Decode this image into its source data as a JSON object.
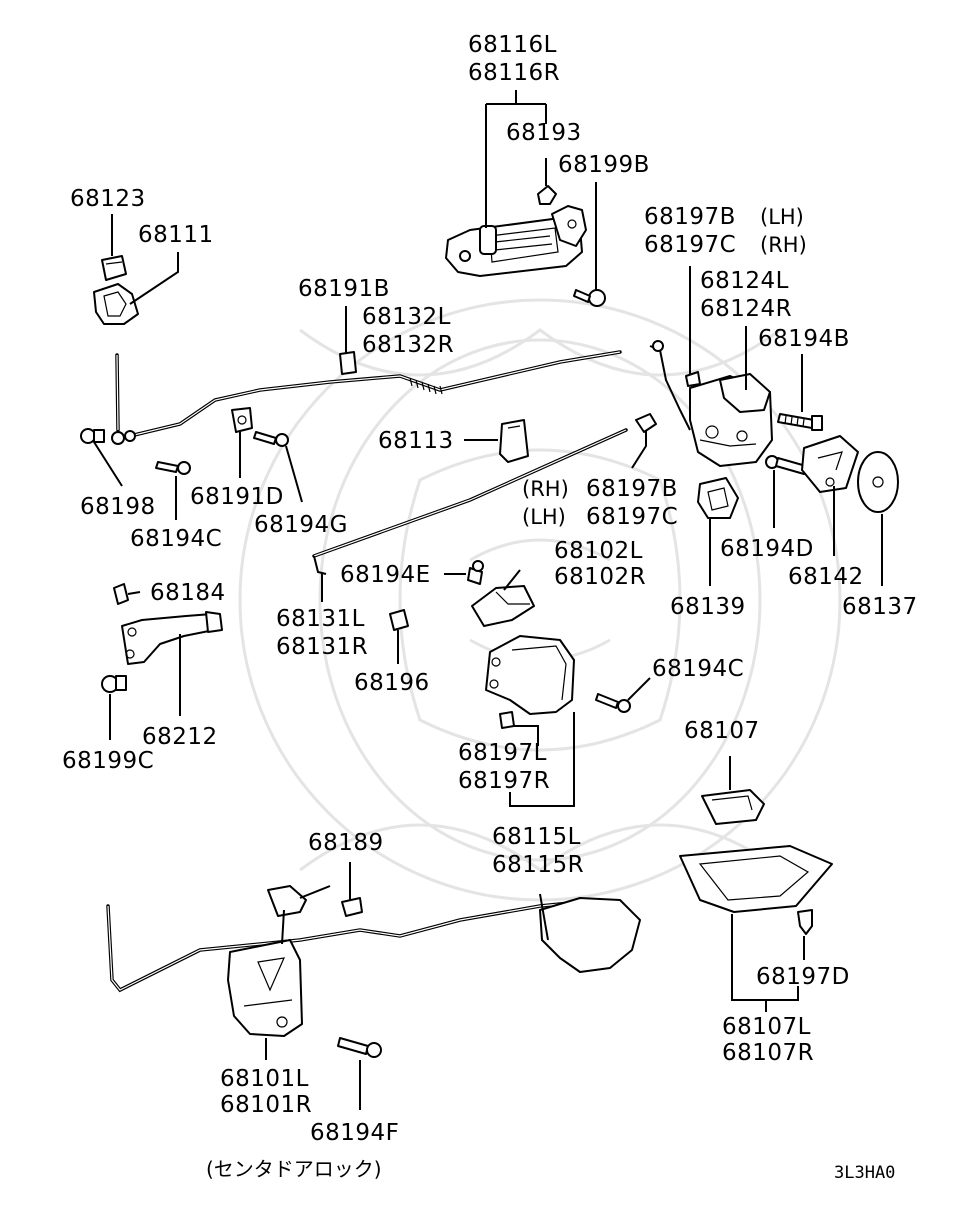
{
  "labels": {
    "p68116": [
      "68116L",
      "68116R"
    ],
    "p68193": "68193",
    "p68199B": "68199B",
    "p68123": "68123",
    "p68111": "68111",
    "p68191B": "68191B",
    "p68132": [
      "68132L",
      "68132R"
    ],
    "p68197BC": [
      "68197B",
      "(LH)",
      "68197C",
      "(RH)"
    ],
    "p68124": [
      "68124L",
      "68124R"
    ],
    "p68194B": "68194B",
    "p68113": "68113",
    "p68197BC_low": [
      "(RH)",
      "68197B",
      "(LH)",
      "68197C"
    ],
    "p68198": "68198",
    "p68194C_a": "68194C",
    "p68191D": "68191D",
    "p68194G": "68194G",
    "p68194D": "68194D",
    "p68142": "68142",
    "p68137": "68137",
    "p68139": "68139",
    "p68102": [
      "68102L",
      "68102R"
    ],
    "p68194E": "68194E",
    "p68184": "68184",
    "p68131": [
      "68131L",
      "68131R"
    ],
    "p68196": "68196",
    "p68194C_b": "68194C",
    "p68212": "68212",
    "p68199C": "68199C",
    "p68107": "68107",
    "p68197LR": [
      "68197L",
      "68197R"
    ],
    "p68115": [
      "68115L",
      "68115R"
    ],
    "p68189": "68189",
    "p68197D": "68197D",
    "p68107LR": [
      "68107L",
      "68107R"
    ],
    "p68101": [
      "68101L",
      "68101R"
    ],
    "p68194F": "68194F"
  },
  "caption": "(センタドアロック)",
  "figure_code": "3L3HA0"
}
